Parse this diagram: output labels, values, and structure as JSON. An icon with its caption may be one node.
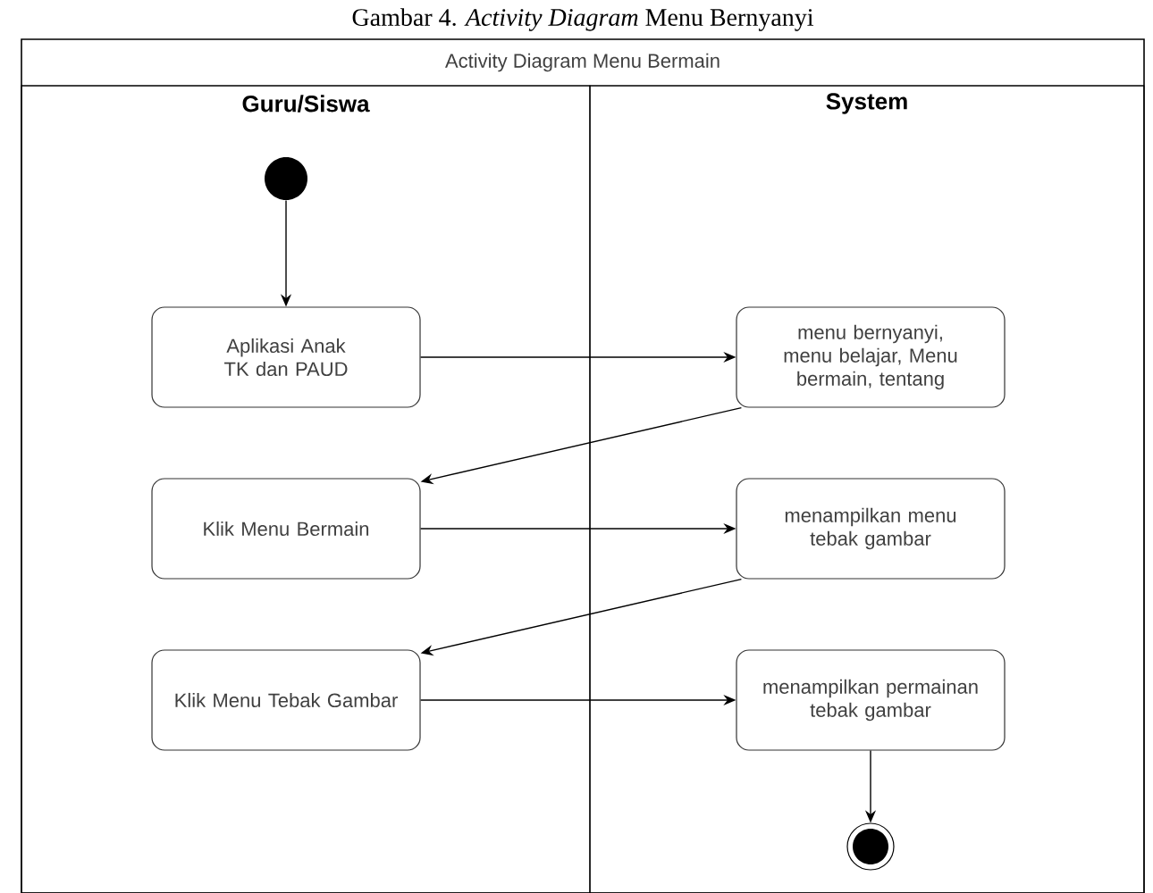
{
  "diagram": {
    "caption": "Gambar 4. *Activity Diagram* Menu Bernyanyi",
    "nodes": [
      {
        "text": [
          "Activity Diagram Menu Bermain"
        ]
      },
      {
        "text": [
          "Guru/Siswa"
        ],
        "in": 0
      },
      {
        "text": [
          "System"
        ],
        "in": 0
      },
      {
        "text": [],
        "shape": "circle",
        "in": 1
      },
      {
        "text": [
          "Aplikasi Anak TK dan PAUD"
        ],
        "in": 1
      },
      {
        "text": [
          "menu bernyanyi, menu belajar, Menu bermain, tentang"
        ],
        "in": 2
      },
      {
        "text": [
          "Klik Menu Bermain"
        ],
        "in": 1
      },
      {
        "text": [
          "menampilkan menu tebak gambar"
        ],
        "in": 2
      },
      {
        "text": [
          "Klik Menu Tebak Gambar"
        ],
        "in": 1
      },
      {
        "text": [
          "menampilkan permainan tebak gambar"
        ],
        "in": 2
      },
      {
        "text": [],
        "shape": "bullseye",
        "in": 2
      }
    ],
    "edges": [
      {
        "from": 3,
        "to": 4,
        "arrow": "to"
      },
      {
        "from": 4,
        "to": 5,
        "arrow": "to"
      },
      {
        "from": 5,
        "to": 6,
        "arrow": "to"
      },
      {
        "from": 6,
        "to": 7,
        "arrow": "to"
      },
      {
        "from": 7,
        "to": 8,
        "arrow": "to"
      },
      {
        "from": 8,
        "to": 9,
        "arrow": "to"
      },
      {
        "from": 9,
        "to": 10,
        "arrow": "to"
      }
    ]
  }
}
